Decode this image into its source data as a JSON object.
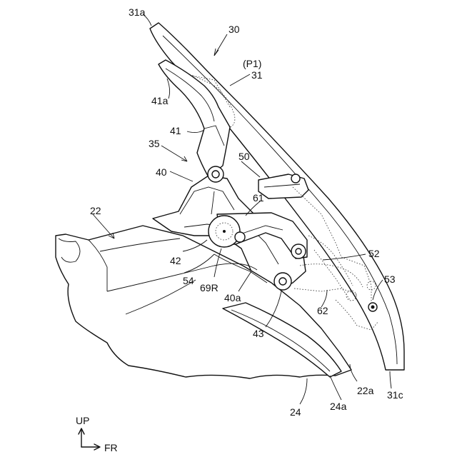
{
  "labels": {
    "l31a": "31a",
    "l30": "30",
    "lp1": "(P1)",
    "l31": "31",
    "l41a": "41a",
    "l41": "41",
    "l35": "35",
    "l50": "50",
    "l40": "40",
    "l61": "61",
    "l22": "22",
    "l42": "42",
    "l52": "52",
    "l54": "54",
    "l69r": "69R",
    "l40a": "40a",
    "l53": "53",
    "l62": "62",
    "l43": "43",
    "l22a": "22a",
    "l31c": "31c",
    "l24": "24",
    "l24a": "24a"
  },
  "axes": {
    "up": "UP",
    "fr": "FR"
  }
}
